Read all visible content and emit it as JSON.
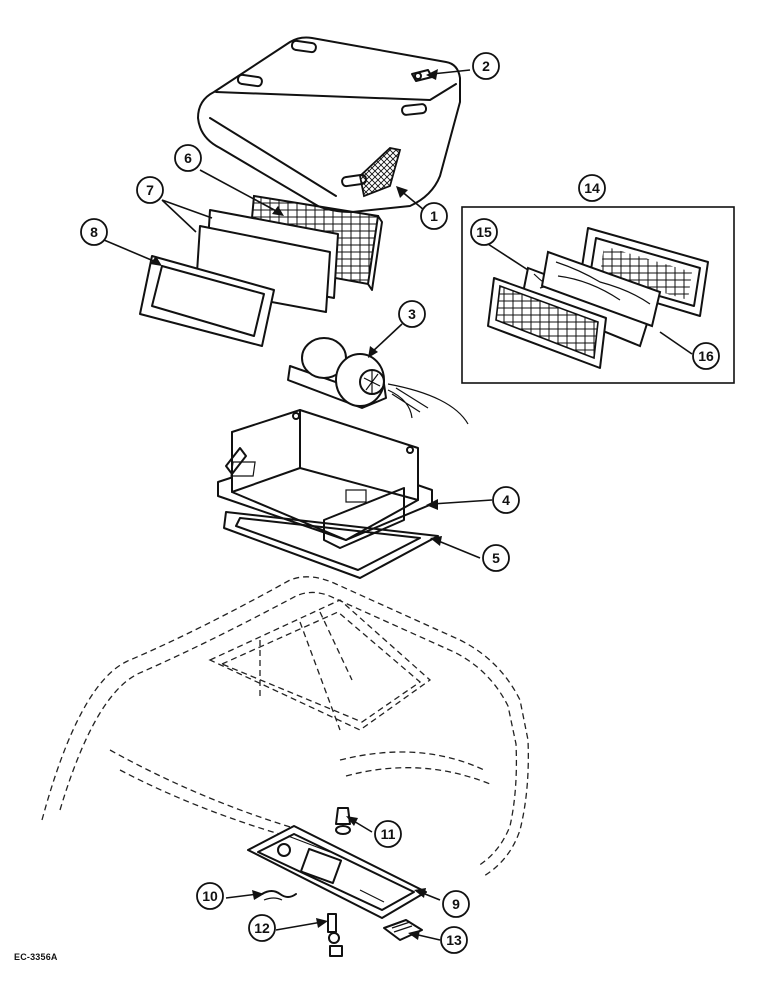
{
  "callouts": [
    {
      "id": "1",
      "label": "1"
    },
    {
      "id": "2",
      "label": "2"
    },
    {
      "id": "3",
      "label": "3"
    },
    {
      "id": "4",
      "label": "4"
    },
    {
      "id": "5",
      "label": "5"
    },
    {
      "id": "6",
      "label": "6"
    },
    {
      "id": "7",
      "label": "7"
    },
    {
      "id": "8",
      "label": "8"
    },
    {
      "id": "9",
      "label": "9"
    },
    {
      "id": "10",
      "label": "10"
    },
    {
      "id": "11",
      "label": "11"
    },
    {
      "id": "12",
      "label": "12"
    },
    {
      "id": "13",
      "label": "13"
    },
    {
      "id": "14",
      "label": "14"
    },
    {
      "id": "15",
      "label": "15"
    },
    {
      "id": "16",
      "label": "16"
    }
  ],
  "drawing_code": "EC-3356A"
}
